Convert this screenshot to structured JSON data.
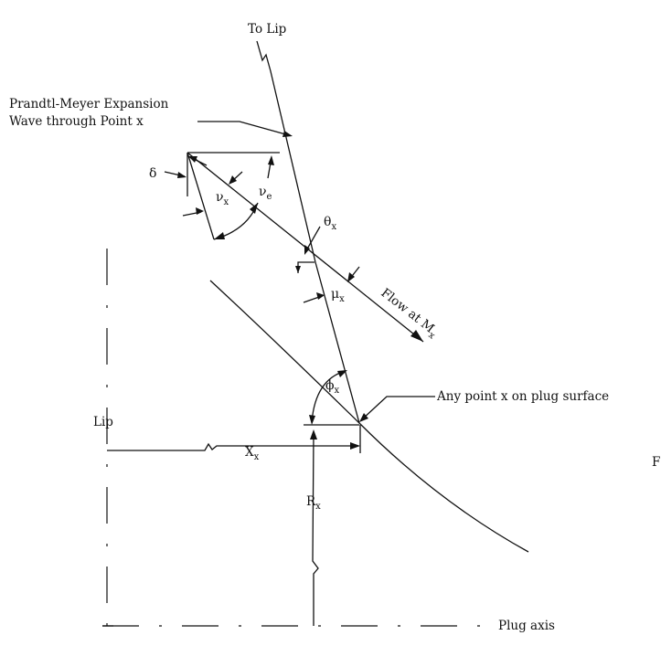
{
  "labels": {
    "to_lip": "To Lip",
    "wave_line1": "Prandtl-Meyer Expansion",
    "wave_line2": "Wave through Point x",
    "delta": "δ",
    "nu": "ν",
    "x_sub": "x",
    "e_sub": "e",
    "theta": "θ",
    "mu": "μ",
    "phi": "ϕ",
    "flow": "Flow at M",
    "any_point": "Any point x on plug surface",
    "lip": "Lip",
    "X": "X",
    "R": "R",
    "plug_axis": "Plug axis",
    "edge_fragment": "F"
  }
}
